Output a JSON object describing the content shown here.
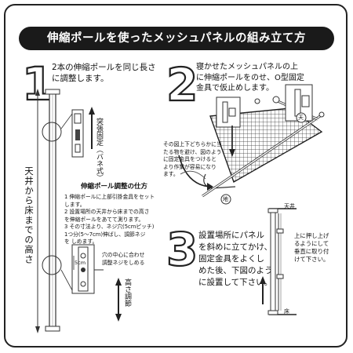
{
  "title": "伸縮ポールを使ったメッシュパネルの組み立て方",
  "steps": [
    {
      "number": "1",
      "text": "2本の伸縮ポールを同じ長さ\nに調整します。"
    },
    {
      "number": "2",
      "text": "寝かせたメッシュパネルの上\nに伸縮ポールをのせ、O型固定\n金具で仮止めします。"
    },
    {
      "number": "3",
      "text": "設置場所にパネル\nを斜めに立てかけ、\n固定金具をよくし\nめた後、下図のよう\nに設置して下さい。"
    }
  ],
  "step1": {
    "height_label": "天井から床までの高さ",
    "spring_label": "突張固定（バネ式）",
    "adjust_label": "高さ調節",
    "howto_title": "伸縮ポール調整の仕方",
    "howto_text": "1 伸縮ポールに上部引掛金具をセット\n   します。\n2 設置場所の天井から床までの高さ\n   を伸縮ポールをあてて測ります。\n3 その寸法より、ネジ穴(5cmピッチ)\n   1つ分(5～7cm)伸ばし、調節ネジ\n   を しめます。",
    "hole_note": "穴の中心に合わせ\n調整ネジをしめる",
    "pitch_label": "5cm"
  },
  "step2": {
    "note": "その図上下どちらかに当\nたる物を避け、図のよう\nに固定金具をつけると\nより作業が容易になり\nます。",
    "ten_label": "天",
    "ji_label": "地"
  },
  "step3": {
    "ceiling_label": "天井",
    "floor_label": "床",
    "side_note": "上に押し上げ\nるようにして\n垂直に取り付\nけて下さい。"
  }
}
